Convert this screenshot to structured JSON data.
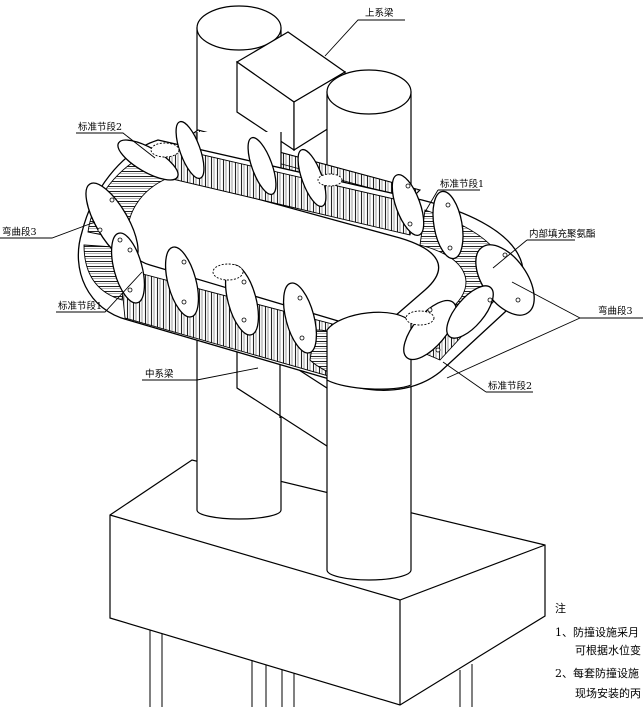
{
  "labels": {
    "upper_beam": "上系梁",
    "std_seg_2_top": "标准节段2",
    "std_seg_1_right": "标准节段1",
    "bend_seg_3_left": "弯曲段3",
    "inner_fill": "内部填充聚氨酯",
    "std_seg_1_left": "标准节段1",
    "bend_seg_3_right": "弯曲段3",
    "mid_beam": "中系梁",
    "std_seg_2_bottom": "标准节段2"
  },
  "notes": {
    "title": "注",
    "item1_line1": "1、防撞设施采月",
    "item1_line2": "可根据水位变",
    "item2_line1": "2、每套防撞设施",
    "item2_line2": "现场安装的丙"
  }
}
